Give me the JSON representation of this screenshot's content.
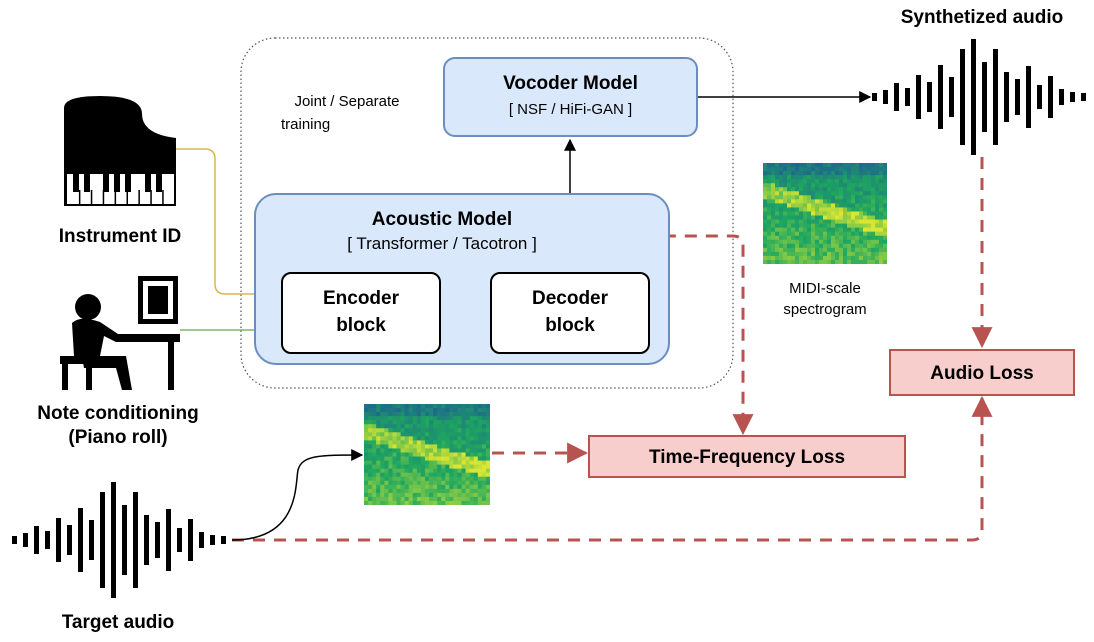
{
  "labels": {
    "joint_training": [
      "Joint / Separate",
      "training"
    ],
    "vocoder_title": "Vocoder Model",
    "vocoder_sub": "[ NSF / HiFi-GAN ]",
    "acoustic_title": "Acoustic Model",
    "acoustic_sub": "[ Transformer / Tacotron ]",
    "encoder": [
      "Encoder",
      "block"
    ],
    "decoder": [
      "Decoder",
      "block"
    ],
    "instrument_id": "Instrument ID",
    "note_conditioning": [
      "Note conditioning",
      "(Piano roll)"
    ],
    "target_audio": "Target audio",
    "synthetized_audio": "Synthetized audio",
    "midi_spectrogram": [
      "MIDI-scale",
      "spectrogram"
    ],
    "audio_loss": "Audio Loss",
    "tf_loss": "Time-Frequency Loss"
  },
  "icons": {
    "piano": "piano-icon",
    "pianist": "pianist-icon",
    "waveform": "waveform-icon",
    "spectrogram": "spectrogram-image"
  },
  "colors": {
    "model_fill": "#dae8fc",
    "model_stroke": "#6c8ebf",
    "loss_fill": "#f8cecc",
    "loss_stroke": "#b85450",
    "instrument_line": "#d6b656",
    "note_line": "#82b366"
  }
}
